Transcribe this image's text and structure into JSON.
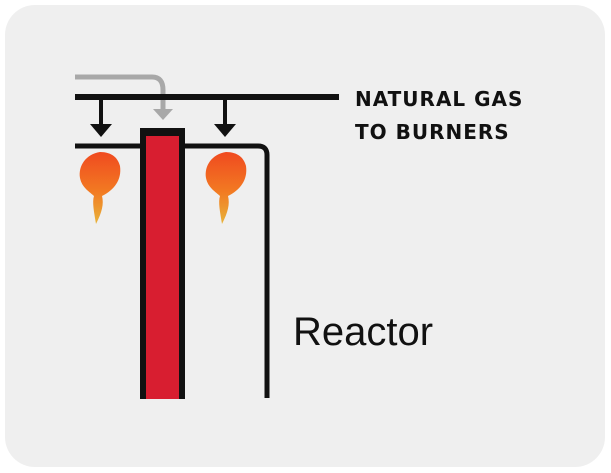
{
  "diagram": {
    "gas_label_line1": "NATURAL GAS",
    "gas_label_line2": "TO BURNERS",
    "reactor_label": "Reactor"
  },
  "colors": {
    "background": "#efefef",
    "line": "#111111",
    "feed_pipe": "#a8a8a8",
    "reactor_tube": "#d81e30",
    "flame_outer": "#f05a1e",
    "flame_inner": "#f5a623"
  }
}
